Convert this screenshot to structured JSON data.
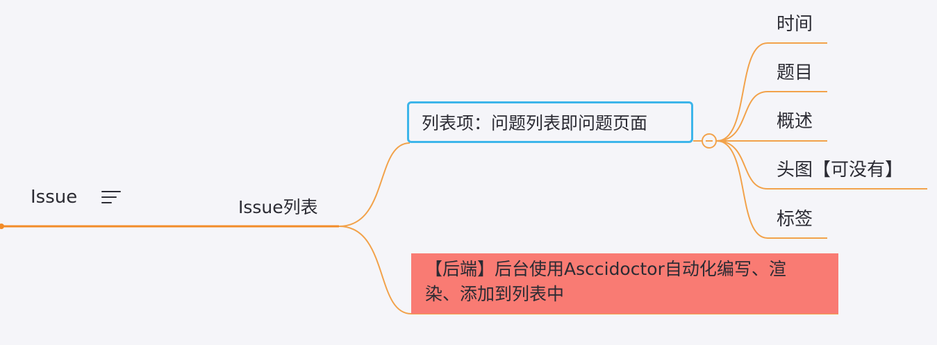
{
  "root": {
    "label": "Issue",
    "icon": "menu-lines-icon"
  },
  "branch": {
    "label": "Issue列表"
  },
  "children": [
    {
      "label": "列表项：问题列表即问题页面",
      "style": "blue-outline"
    },
    {
      "label_line1": "【后端】后台使用Asccidoctor自动化编写、渲",
      "label_line2": "染、添加到列表中",
      "style": "red-fill"
    }
  ],
  "leaves": [
    "时间",
    "题目",
    "概述",
    "头图【可没有】",
    "标签"
  ],
  "colors": {
    "link": "#f2a24a",
    "root_link": "#f28c28",
    "focus_border": "#3db5ea",
    "highlight_fill": "#f97b73",
    "background": "#f5f5f9"
  }
}
